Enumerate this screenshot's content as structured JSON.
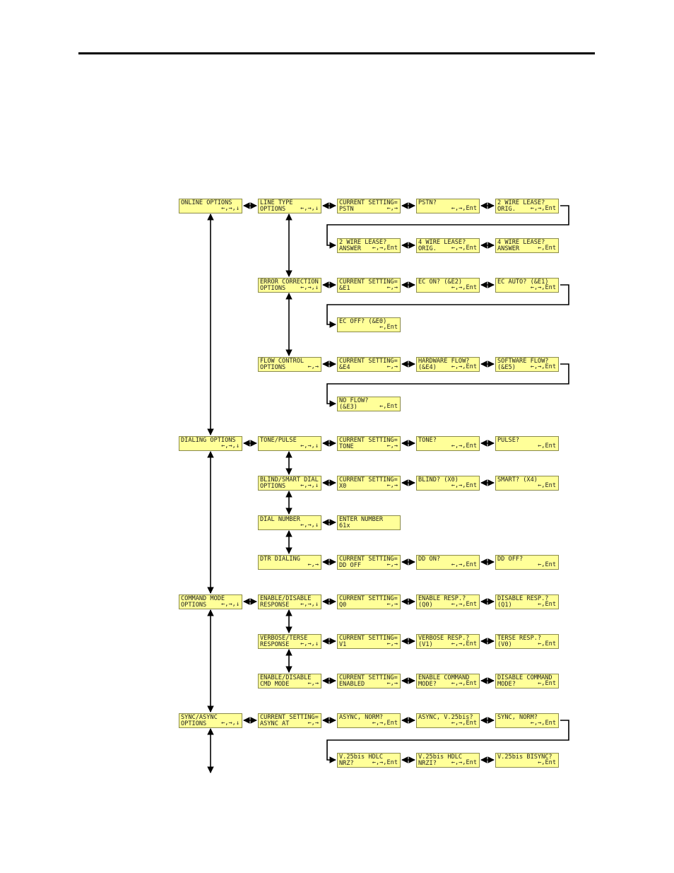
{
  "diagram": {
    "boxes": [
      {
        "id": "online_options",
        "line1": "ONLINE OPTIONS",
        "line2": "",
        "hint": "←,→,↓"
      },
      {
        "id": "line_type",
        "line1": "LINE TYPE",
        "line2": "OPTIONS",
        "hint": "←,→,↓"
      },
      {
        "id": "lt_current",
        "line1": "CURRENT SETTING=",
        "line2": "PSTN",
        "hint": "←,→"
      },
      {
        "id": "lt_pstn",
        "line1": "PSTN?",
        "line2": "",
        "hint": "←,→,Ent"
      },
      {
        "id": "lt_2w_orig",
        "line1": "2 WIRE LEASE?",
        "line2": "ORIG.",
        "hint": "←,→,Ent"
      },
      {
        "id": "lt_2w_ans",
        "line1": "2 WIRE LEASE?",
        "line2": "ANSWER",
        "hint": "←,→,Ent"
      },
      {
        "id": "lt_4w_orig",
        "line1": "4 WIRE LEASE?",
        "line2": "ORIG.",
        "hint": "←,→,Ent"
      },
      {
        "id": "lt_4w_ans",
        "line1": "4 WIRE LEASE?",
        "line2": "ANSWER",
        "hint": "←,Ent"
      },
      {
        "id": "error_correction",
        "line1": "ERROR CORRECTION",
        "line2": "OPTIONS",
        "hint": "←,→,↓"
      },
      {
        "id": "ec_current",
        "line1": "CURRENT SETTING=",
        "line2": "&E1",
        "hint": "←,→"
      },
      {
        "id": "ec_on",
        "line1": "EC ON? (&E2)",
        "line2": "",
        "hint": "←,→,Ent"
      },
      {
        "id": "ec_auto",
        "line1": "EC AUTO? (&E1)",
        "line2": "",
        "hint": "←,→,Ent"
      },
      {
        "id": "ec_off",
        "line1": "EC OFF? (&E0)",
        "line2": "",
        "hint": "←,Ent"
      },
      {
        "id": "flow_control",
        "line1": "FLOW CONTROL",
        "line2": "OPTIONS",
        "hint": "←,→"
      },
      {
        "id": "fc_current",
        "line1": "CURRENT SETTING=",
        "line2": "&E4",
        "hint": "←,→"
      },
      {
        "id": "fc_hardware",
        "line1": "HARDWARE FLOW?",
        "line2": "(&E4)",
        "hint": "←,→,Ent"
      },
      {
        "id": "fc_software",
        "line1": "SOFTWARE FLOW?",
        "line2": "(&E5)",
        "hint": "←,→,Ent"
      },
      {
        "id": "fc_none",
        "line1": "NO FLOW?",
        "line2": "(&E3)",
        "hint": "←,Ent"
      },
      {
        "id": "dialing_options",
        "line1": "DIALING OPTIONS",
        "line2": "",
        "hint": "←,→,↓"
      },
      {
        "id": "tone_pulse",
        "line1": "TONE/PULSE",
        "line2": "",
        "hint": "←,→,↓"
      },
      {
        "id": "tp_current",
        "line1": "CURRENT SETTING=",
        "line2": "TONE",
        "hint": "←,→"
      },
      {
        "id": "tp_tone",
        "line1": "TONE?",
        "line2": "",
        "hint": "←,→,Ent"
      },
      {
        "id": "tp_pulse",
        "line1": "PULSE?",
        "line2": "",
        "hint": "←,Ent"
      },
      {
        "id": "blind_smart",
        "line1": "BLIND/SMART DIAL",
        "line2": "OPTIONS",
        "hint": "←,→,↓"
      },
      {
        "id": "bs_current",
        "line1": "CURRENT SETTING=",
        "line2": "X0",
        "hint": "←,→"
      },
      {
        "id": "bs_blind",
        "line1": "BLIND? (X0)",
        "line2": "",
        "hint": "←,→,Ent"
      },
      {
        "id": "bs_smart",
        "line1": "SMART? (X4)",
        "line2": "",
        "hint": "←,Ent"
      },
      {
        "id": "dial_number",
        "line1": "DIAL NUMBER",
        "line2": "",
        "hint": "←,→,↓"
      },
      {
        "id": "dn_enter",
        "line1": "ENTER NUMBER",
        "line2": "61x",
        "hint": ""
      },
      {
        "id": "dtr_dialing",
        "line1": "DTR DIALING",
        "line2": "",
        "hint": "←,→"
      },
      {
        "id": "dd_current",
        "line1": "CURRENT SETTING=",
        "line2": "DD OFF",
        "hint": "←,→"
      },
      {
        "id": "dd_on",
        "line1": "DD ON?",
        "line2": "",
        "hint": "←,→,Ent"
      },
      {
        "id": "dd_off",
        "line1": "DD OFF?",
        "line2": "",
        "hint": "←,Ent"
      },
      {
        "id": "command_mode",
        "line1": "COMMAND MODE",
        "line2": "OPTIONS",
        "hint": "←,→,↓"
      },
      {
        "id": "enable_disable_resp",
        "line1": "ENABLE/DISABLE",
        "line2": "RESPONSE",
        "hint": "←,→,↓"
      },
      {
        "id": "edr_current",
        "line1": "CURRENT SETTING=",
        "line2": "Q0",
        "hint": "←,→"
      },
      {
        "id": "edr_enable",
        "line1": "ENABLE RESP.?",
        "line2": "(Q0)",
        "hint": "←,→,Ent"
      },
      {
        "id": "edr_disable",
        "line1": "DISABLE RESP.?",
        "line2": "(Q1)",
        "hint": "←,Ent"
      },
      {
        "id": "verbose_terse",
        "line1": "VERBOSE/TERSE",
        "line2": "RESPONSE",
        "hint": "←,→,↓"
      },
      {
        "id": "vt_current",
        "line1": "CURRENT SETTING=",
        "line2": "V1",
        "hint": "←,→"
      },
      {
        "id": "vt_verbose",
        "line1": "VERBOSE RESP.?",
        "line2": "(V1)",
        "hint": "←,→,Ent"
      },
      {
        "id": "vt_terse",
        "line1": "TERSE RESP.?",
        "line2": "(V0)",
        "hint": "←,Ent"
      },
      {
        "id": "cmd_mode",
        "line1": "ENABLE/DISABLE",
        "line2": "CMD MODE",
        "hint": "←,→"
      },
      {
        "id": "cm_current",
        "line1": "CURRENT SETTING=",
        "line2": "ENABLED",
        "hint": "←,→"
      },
      {
        "id": "cm_enable",
        "line1": "ENABLE COMMAND",
        "line2": "MODE?",
        "hint": "←,→,Ent"
      },
      {
        "id": "cm_disable",
        "line1": "DISABLE COMMAND",
        "line2": "MODE?",
        "hint": "←,Ent"
      },
      {
        "id": "sync_async",
        "line1": "SYNC/ASYNC",
        "line2": "OPTIONS",
        "hint": "←,→,↓"
      },
      {
        "id": "sa_current",
        "line1": "CURRENT SETTING=",
        "line2": "ASYNC AT",
        "hint": "←,→"
      },
      {
        "id": "sa_async_norm",
        "line1": "ASYNC, NORM?",
        "line2": "",
        "hint": "←,→,Ent"
      },
      {
        "id": "sa_async_v25",
        "line1": "ASYNC, V.25bis?",
        "line2": "",
        "hint": "←,→,Ent"
      },
      {
        "id": "sa_sync_norm",
        "line1": "SYNC, NORM?",
        "line2": "",
        "hint": "←,→,Ent"
      },
      {
        "id": "sa_v25_nrz",
        "line1": "V.25bis HDLC",
        "line2": "NRZ?",
        "hint": "←,→,Ent"
      },
      {
        "id": "sa_v25_nrzi",
        "line1": "V.25bis HDLC",
        "line2": "NRZI?",
        "hint": "←,→,Ent"
      },
      {
        "id": "sa_v25_bisync",
        "line1": "V.25bis BISYNC?",
        "line2": "",
        "hint": "←,Ent"
      }
    ]
  }
}
